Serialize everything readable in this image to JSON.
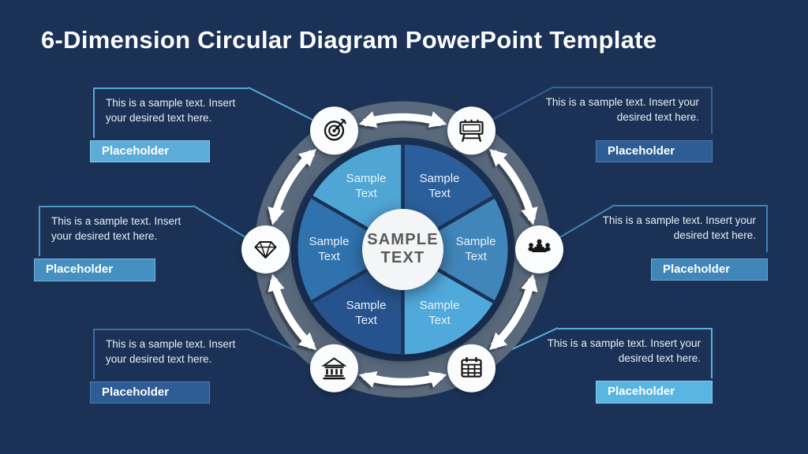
{
  "slide": {
    "title": "6-Dimension Circular Diagram PowerPoint Template",
    "background_color": "#1B3256"
  },
  "diagram": {
    "ring_color": "#5A6A7C",
    "arrow_color": "#FFFFFF",
    "icon_circle_color": "#FBFCFD",
    "center": {
      "label": "SAMPLE TEXT",
      "circle_color": "#F4F5F6",
      "text_color": "#595959"
    },
    "segments": [
      {
        "id": "right",
        "label": "Sample Text",
        "color": "#4186BA"
      },
      {
        "id": "top-right",
        "label": "Sample Text",
        "color": "#2B5F9C"
      },
      {
        "id": "top-left",
        "label": "Sample Text",
        "color": "#4FA6D5"
      },
      {
        "id": "left",
        "label": "Sample Text",
        "color": "#2F72AE"
      },
      {
        "id": "bottom-left",
        "label": "Sample Text",
        "color": "#26538D"
      },
      {
        "id": "bottom-right",
        "label": "Sample Text",
        "color": "#50A9DB"
      }
    ],
    "icons": [
      {
        "name": "target-icon",
        "position": "top-left"
      },
      {
        "name": "billboard-icon",
        "position": "top-right"
      },
      {
        "name": "meeting-icon",
        "position": "right"
      },
      {
        "name": "calendar-icon",
        "position": "bottom-right"
      },
      {
        "name": "bank-icon",
        "position": "bottom-left"
      },
      {
        "name": "diamond-icon",
        "position": "left"
      }
    ]
  },
  "callouts": [
    {
      "position": "top-left",
      "text": "This is a sample text. Insert your desired text here.",
      "label": "Placeholder",
      "accent": "#58A8D7",
      "bar_fill": "#5CACD9",
      "bar_border": "#8AC8E9"
    },
    {
      "position": "top-right",
      "text": "This is a sample text. Insert your desired text here.",
      "label": "Placeholder",
      "accent": "#33619C",
      "bar_fill": "#2E5C94",
      "bar_border": "#4C7EB4"
    },
    {
      "position": "middle-left",
      "text": "This is a sample text. Insert your desired text here.",
      "label": "Placeholder",
      "accent": "#4C97C6",
      "bar_fill": "#4590C0",
      "bar_border": "#74B6DC"
    },
    {
      "position": "middle-right",
      "text": "This is a sample text. Insert your desired text here.",
      "label": "Placeholder",
      "accent": "#3E84B6",
      "bar_fill": "#4186B8",
      "bar_border": "#68A8CE"
    },
    {
      "position": "bottom-left",
      "text": "This is a sample text. Insert your desired text here.",
      "label": "Placeholder",
      "accent": "#3A6DA3",
      "bar_fill": "#2E5C94",
      "bar_border": "#4C7EB4"
    },
    {
      "position": "bottom-right",
      "text": "This is a sample text. Insert your desired text here.",
      "label": "Placeholder",
      "accent": "#57B2E0",
      "bar_fill": "#59B5E2",
      "bar_border": "#8ACDEE"
    }
  ]
}
